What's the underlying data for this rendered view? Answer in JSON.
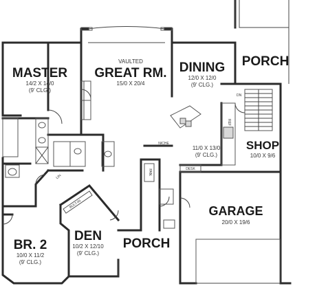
{
  "rooms": {
    "master": {
      "name": "MASTER",
      "dims": "14/2 X 14/0",
      "ceiling": "(9' CLG.)"
    },
    "great_room": {
      "note": "VAULTED",
      "name": "GREAT RM.",
      "dims": "15/0 X 20/4"
    },
    "dining": {
      "name": "DINING",
      "dims": "12/0 X 12/0",
      "ceiling": "(9' CLG.)"
    },
    "porch_top": {
      "name": "PORCH"
    },
    "kitchen": {
      "dims": "11/0 X 13/0",
      "ceiling": "(9' CLG.)"
    },
    "shop": {
      "name": "SHOP",
      "dims": "10/0 X 9/6"
    },
    "garage": {
      "name": "GARAGE",
      "dims": "20/0 X 19/6"
    },
    "den": {
      "name": "DEN",
      "dims": "10/2 X 12/10",
      "ceiling": "(9' CLG.)"
    },
    "porch_front": {
      "name": "PORCH"
    },
    "bedroom2": {
      "name": "BR. 2",
      "dims": "10/0 X 11/2",
      "ceiling": "(9' CLG.)"
    }
  },
  "labels": {
    "niche": "NICHE",
    "desk": "DESK",
    "pan": "PAN.",
    "dn": "DN",
    "bult_in": "BULT-IN",
    "lin": "LIN",
    "ref": "REF"
  }
}
